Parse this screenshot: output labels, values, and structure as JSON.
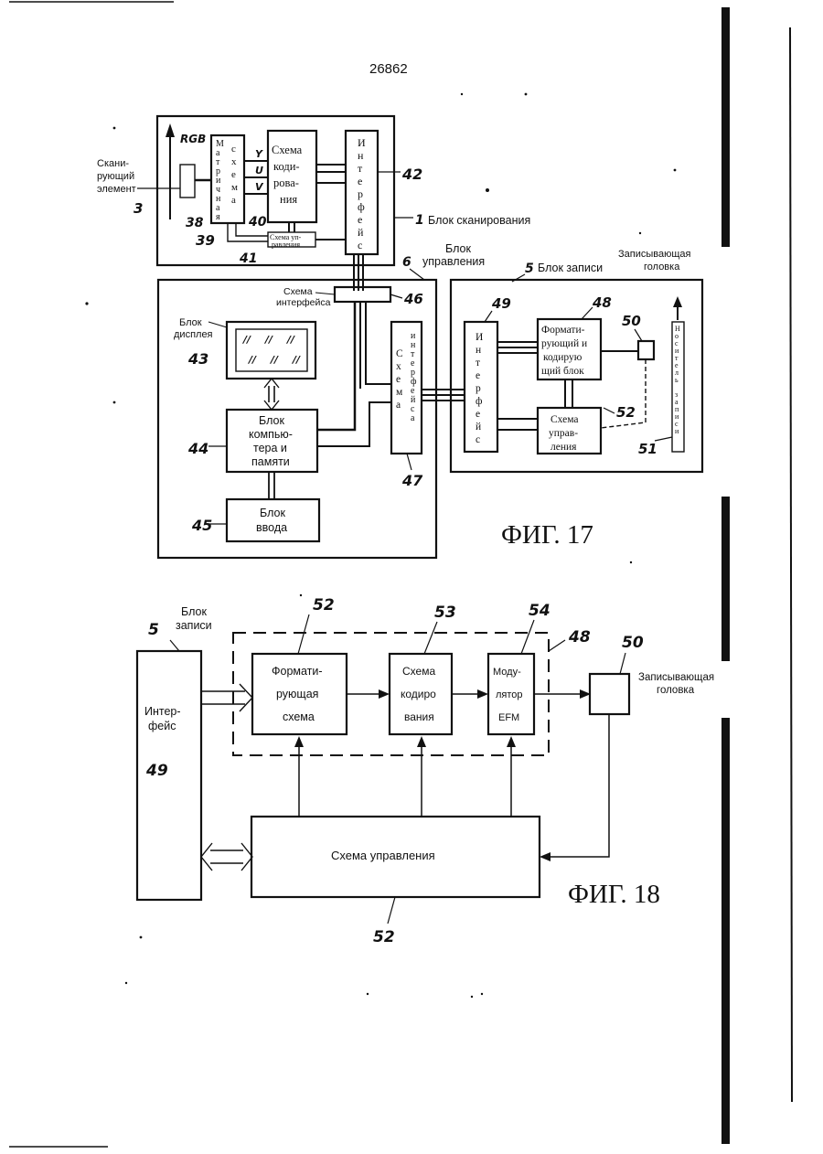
{
  "page_number": "26862",
  "fig17": {
    "title": "ФИГ. 17",
    "scan_element_label": [
      "Скани-",
      "рующий",
      "элемент"
    ],
    "scan_element_num": "3",
    "rgb_label": "RGB",
    "num_38": "38",
    "num_39": "39",
    "matrix_label": [
      "М",
      "а",
      "т",
      "р",
      "и",
      "ч",
      "н",
      "а",
      "я"
    ],
    "matrix_schema": [
      "с",
      "х",
      "е",
      "м",
      "а"
    ],
    "yuv": [
      "Y",
      "U",
      "V"
    ],
    "coding_label": [
      "Схема",
      "коди-",
      "рова-",
      "ния"
    ],
    "num_40": "40",
    "control_small": [
      "Схема уп-",
      "равления"
    ],
    "num_41": "41",
    "interface_label": [
      "И",
      "н",
      "т",
      "е",
      "р",
      "ф",
      "е",
      "й",
      "с"
    ],
    "num_42": "42",
    "num_1": "1",
    "scan_block_label": "Блок сканирования",
    "control_block_label": [
      "Блок",
      "управления"
    ],
    "num_6": "6",
    "num_5": "5",
    "record_block_label": "Блок записи",
    "rec_head_label": [
      "Записывающая",
      "головка"
    ],
    "iface_scheme_label": [
      "Схема",
      "интерфейса"
    ],
    "num_46": "46",
    "display_label": [
      "Блок",
      "дисплея"
    ],
    "num_43": "43",
    "display_marks": [
      "//",
      "//",
      "//",
      "//",
      "//",
      "//"
    ],
    "computer_label": [
      "Блок",
      "компью-",
      "тера и",
      "памяти"
    ],
    "num_44": "44",
    "input_label": [
      "Блок",
      "ввода"
    ],
    "num_45": "45",
    "iface47_label": [
      "С",
      "х",
      "е",
      "м",
      "а"
    ],
    "iface47_label2": [
      "и",
      "н",
      "т",
      "е",
      "р",
      "ф",
      "е",
      "й",
      "с",
      "а"
    ],
    "num_47": "47",
    "iface49_label": [
      "И",
      "н",
      "т",
      "е",
      "р",
      "ф",
      "е",
      "й",
      "с"
    ],
    "num_49": "49",
    "formatting_label": [
      "Формати-",
      "рующий и",
      "кодирую",
      "щий блок"
    ],
    "num_48": "48",
    "num_50": "50",
    "control52_label": [
      "Схема",
      "управ-",
      "ления"
    ],
    "num_52": "52",
    "carrier_label": [
      "Н",
      "о",
      "с",
      "и",
      "т",
      "е",
      "л",
      "ь",
      " ",
      "з",
      "а",
      "п",
      "и",
      "с",
      "и"
    ],
    "num_51": "51"
  },
  "fig18": {
    "title": "ФИГ. 18",
    "num_5": "5",
    "record_block_label": [
      "Блок",
      "записи"
    ],
    "interface_label": [
      "Интер-",
      "фейс"
    ],
    "num_49": "49",
    "num_52_top": "52",
    "num_53": "53",
    "num_54": "54",
    "num_48": "48",
    "num_50": "50",
    "formatting_label": [
      "Формати-",
      "рующая",
      "схема"
    ],
    "coding_label": [
      "Схема",
      "кодиро",
      "вания"
    ],
    "modulator_label": [
      "Моду-",
      "лятор",
      "EFM"
    ],
    "rec_head_label": [
      "Записывающая",
      "головка"
    ],
    "control_label": "Схема управления",
    "num_52_bottom": "52"
  }
}
